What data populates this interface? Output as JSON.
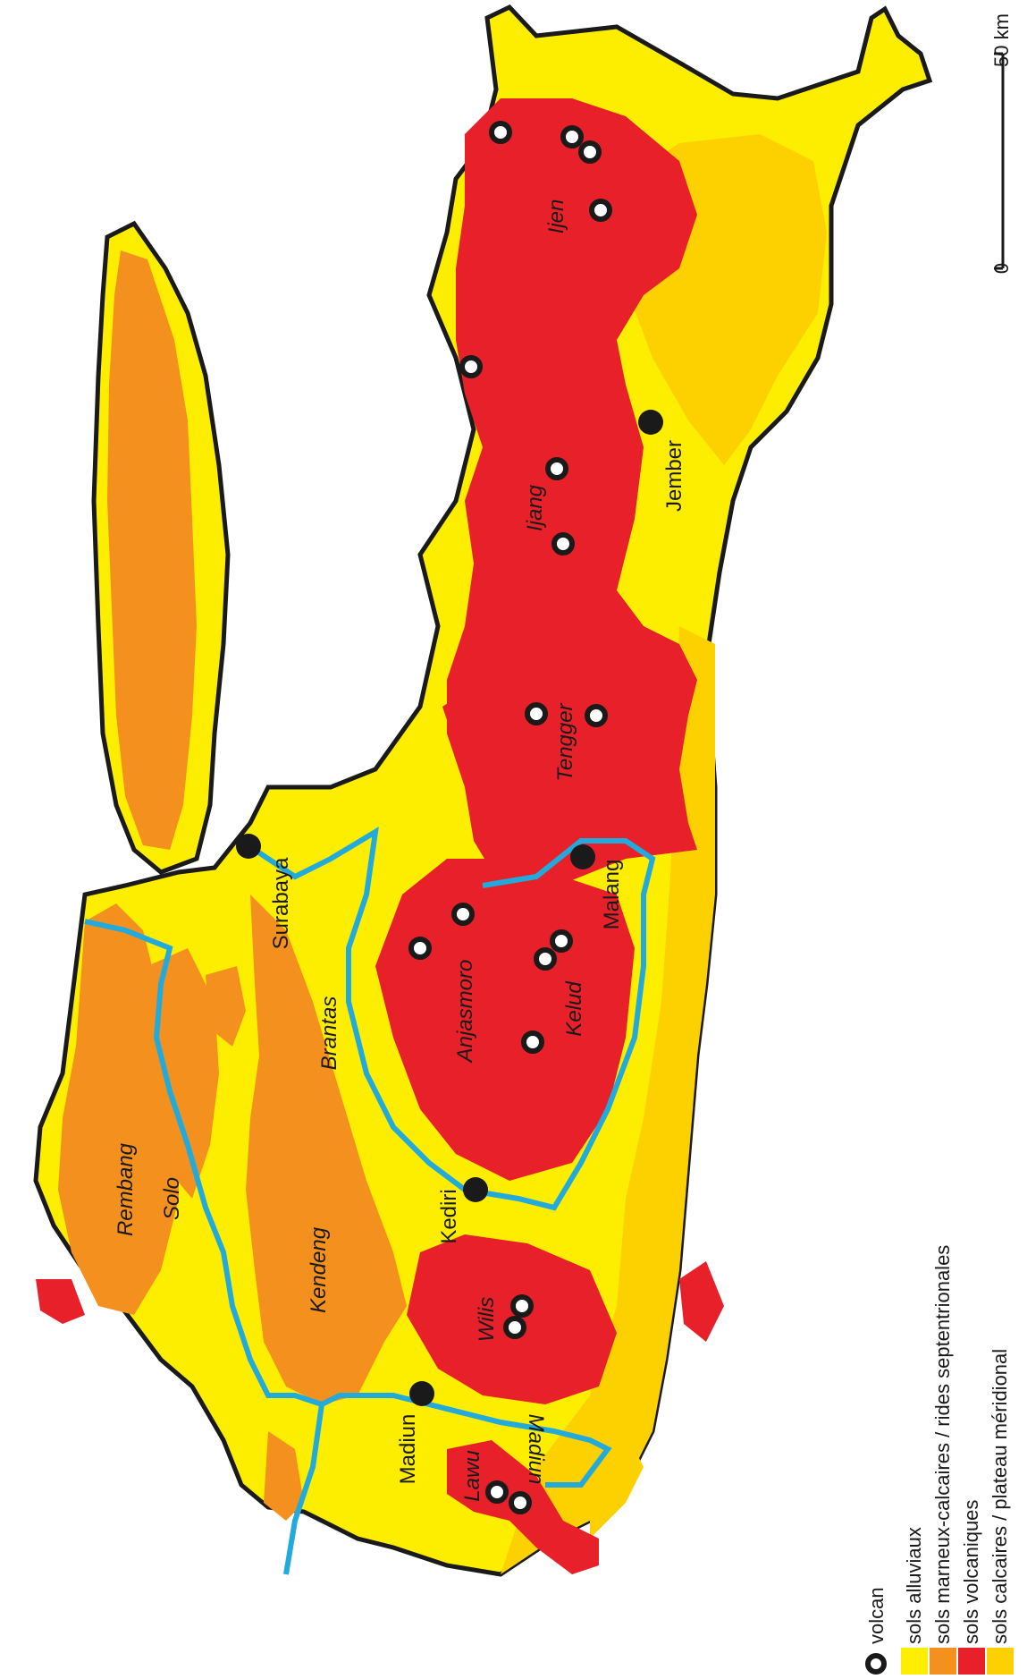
{
  "colors": {
    "alluvial": "#fdee00",
    "marl": "#f4901e",
    "volcanic": "#e8202a",
    "limestone": "#fdd000",
    "river": "#22aadd",
    "outline": "#1a1a1a"
  },
  "scale": {
    "zero": "0",
    "max": "50 km"
  },
  "legend": {
    "volcano": "volcan",
    "alluvial": "sols alluviaux",
    "marl": "sols marneux-calcaires / rides septentrionales",
    "volcanic": "sols volcaniques",
    "limestone": "sols calcaires / plateau méridional"
  },
  "cities": {
    "surabaya": "Surabaya",
    "malang": "Malang",
    "kediri": "Kediri",
    "madiun": "Madiun",
    "jember": "Jember"
  },
  "volcanoes": {
    "ijen": "Ijen",
    "ijang": "Ijang",
    "tengger": "Tengger",
    "anjasmoro": "Anjasmoro",
    "kelud": "Kelud",
    "wilis": "Wilis",
    "lawu": "Lawu"
  },
  "regions": {
    "rembang": "Rembang",
    "kendeng": "Kendeng"
  },
  "rivers": {
    "solo": "Solo",
    "brantas": "Brantas",
    "madiun": "Madiun"
  }
}
